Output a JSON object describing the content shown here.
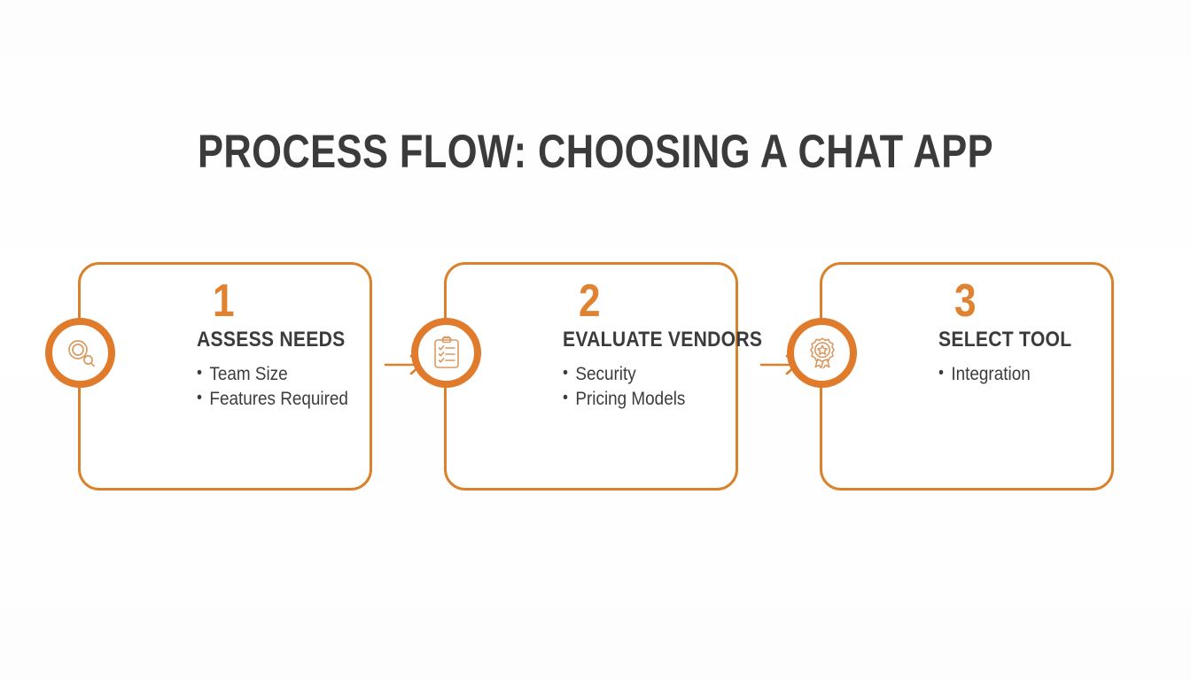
{
  "title": "PROCESS FLOW: CHOOSING A CHAT APP",
  "colors": {
    "accent": "#d9822b",
    "icon_ring": "#e07b2c",
    "number": "#e0822f",
    "text": "#3b3b3b",
    "background": "#fdfdfd"
  },
  "steps": [
    {
      "number": "1",
      "title": "ASSESS NEEDS",
      "icon": "magnifier-icon",
      "bullets": [
        "Team Size",
        "Features Required"
      ]
    },
    {
      "number": "2",
      "title": "EVALUATE VENDORS",
      "icon": "clipboard-checklist-icon",
      "bullets": [
        "Security",
        "Pricing Models"
      ]
    },
    {
      "number": "3",
      "title": "SELECT TOOL",
      "icon": "award-badge-icon",
      "bullets": [
        "Integration"
      ]
    }
  ],
  "connectors": [
    {
      "name": "arrow-step1-to-step2",
      "glyph": "arrow-right-icon"
    },
    {
      "name": "arrow-step2-to-step3",
      "glyph": "arrow-right-icon"
    }
  ]
}
